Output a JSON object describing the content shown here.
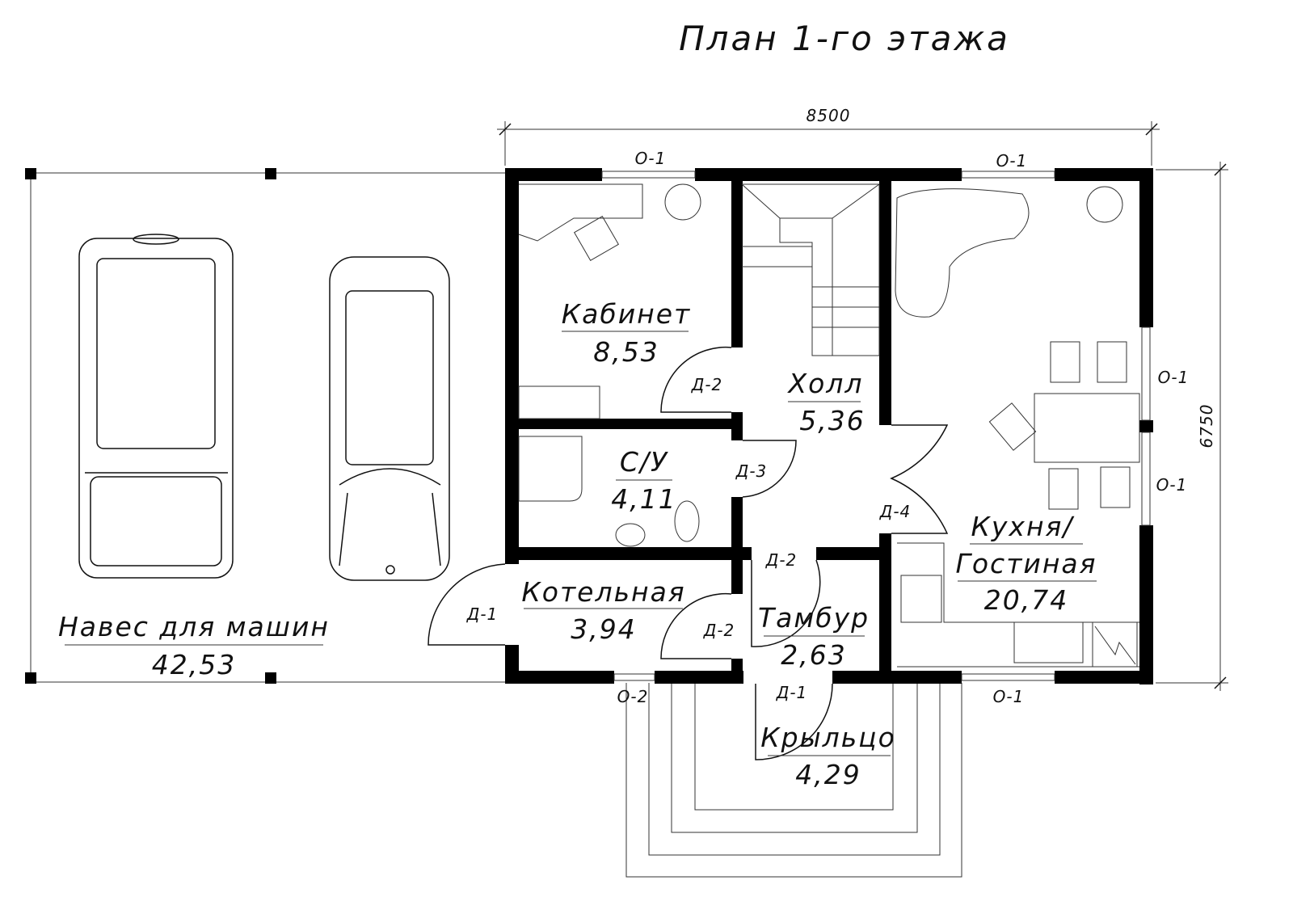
{
  "title": "План 1-го этажа",
  "dimensions": {
    "width": "8500",
    "depth": "6750"
  },
  "windows": {
    "o1": "О-1",
    "o2": "О-2"
  },
  "rooms": {
    "cabinet": {
      "name": "Кабинет",
      "area": "8,53"
    },
    "hall": {
      "name": "Холл",
      "area": "5,36"
    },
    "bathroom": {
      "name": "С/У",
      "area": "4,11"
    },
    "boiler": {
      "name": "Котельная",
      "area": "3,94"
    },
    "vestibule": {
      "name": "Тамбур",
      "area": "2,63"
    },
    "kitchen": {
      "name1": "Кухня/",
      "name2": "Гостиная",
      "area": "20,74"
    },
    "carport": {
      "name": "Навес для машин",
      "area": "42,53"
    },
    "porch": {
      "name": "Крыльцо",
      "area": "4,29"
    }
  },
  "doors": {
    "d1": "Д-1",
    "d2": "Д-2",
    "d3": "Д-3",
    "d4": "Д-4"
  }
}
